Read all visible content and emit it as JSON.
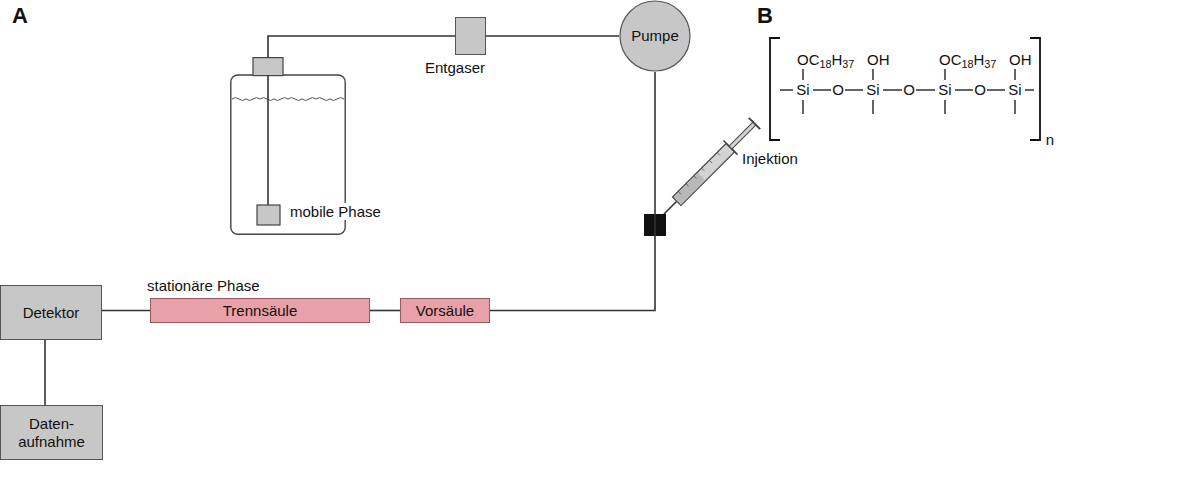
{
  "diagram": {
    "nodes": [
      {
        "text": [
          "mobile Phase"
        ]
      },
      {
        "text": [
          "Entgaser"
        ]
      },
      {
        "text": [
          "Pumpe"
        ]
      },
      {
        "text": [
          "Vorsäule"
        ]
      },
      {
        "text": [
          "stationäre Phase",
          "Trennsäule"
        ]
      },
      {
        "text": [
          "Detektor"
        ]
      },
      {
        "text": [
          "Daten- aufnahme"
        ]
      }
    ],
    "edges": [
      {
        "from": 0,
        "to": 1,
        "arrow": "none"
      },
      {
        "from": 1,
        "to": 2,
        "arrow": "none"
      },
      {
        "from": 2,
        "to": 3,
        "arrow": "none"
      },
      {
        "from": 3,
        "to": 4,
        "arrow": "none"
      },
      {
        "from": 4,
        "to": 5,
        "arrow": "none"
      },
      {
        "from": 5,
        "to": 6,
        "arrow": "none"
      }
    ],
    "labels": [
      "A",
      "Injektion",
      "B",
      "OC18H37",
      "OH",
      "OC18H37",
      "OH",
      "Si",
      "O",
      "Si",
      "O",
      "Si",
      "O",
      "Si",
      "n"
    ]
  }
}
